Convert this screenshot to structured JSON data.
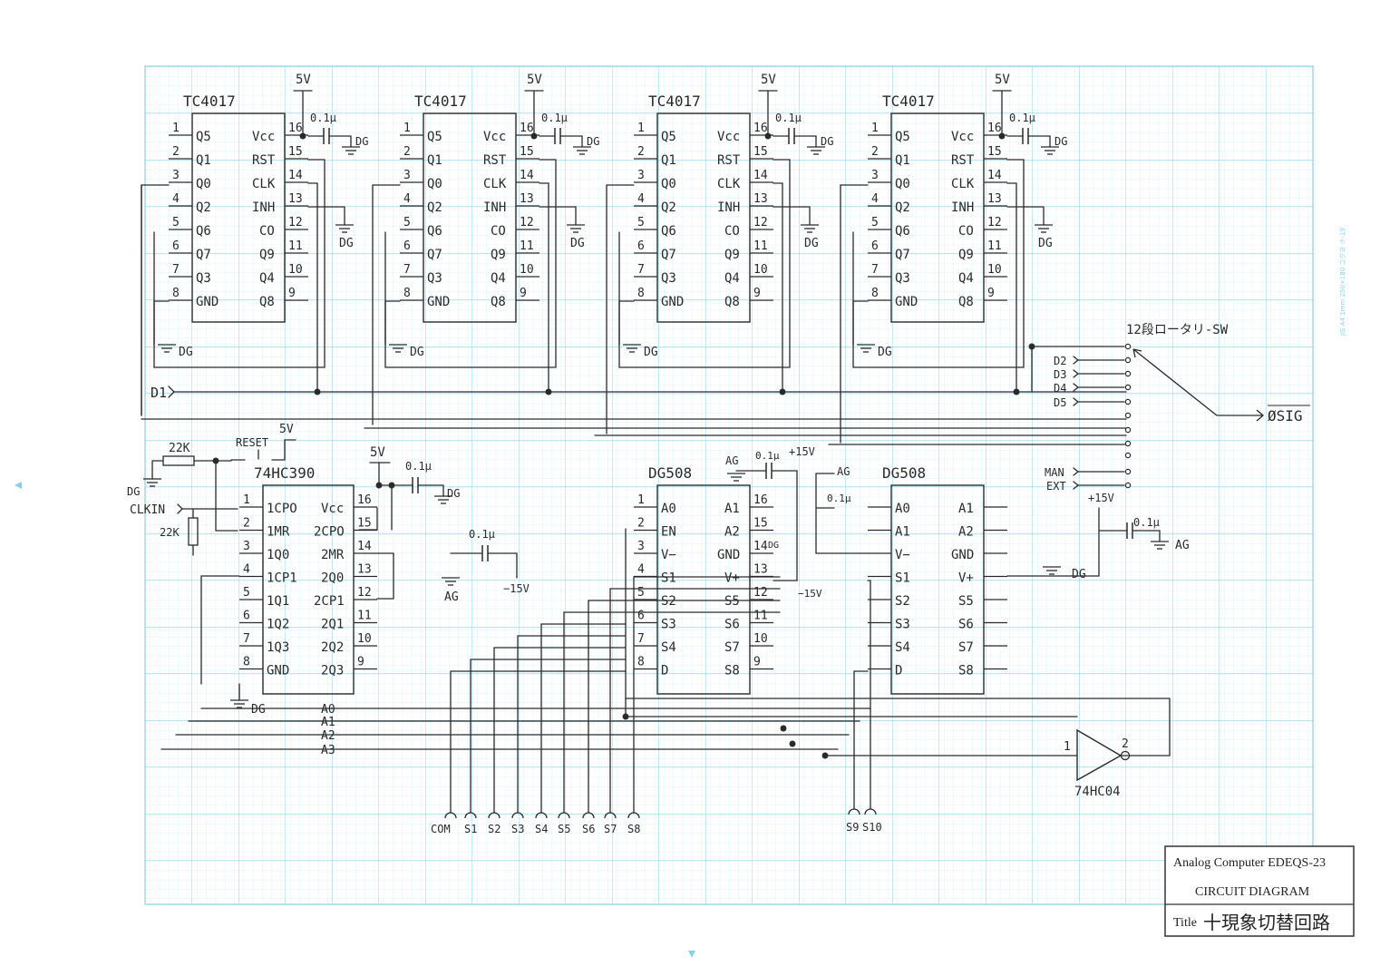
{
  "sheet": {
    "paper_spec": "JIS A4    1mm   250×180   コクヨ  ホ-19",
    "grid_color": "#7fd3ea",
    "ink_color": "#2a2a2a"
  },
  "tc4017": {
    "name": "TC4017",
    "left_pins": [
      {
        "num": "1",
        "name": "Q5"
      },
      {
        "num": "2",
        "name": "Q1"
      },
      {
        "num": "3",
        "name": "Q0"
      },
      {
        "num": "4",
        "name": "Q2"
      },
      {
        "num": "5",
        "name": "Q6"
      },
      {
        "num": "6",
        "name": "Q7"
      },
      {
        "num": "7",
        "name": "Q3"
      },
      {
        "num": "8",
        "name": "GND"
      }
    ],
    "right_pins": [
      {
        "num": "16",
        "name": "Vcc"
      },
      {
        "num": "15",
        "name": "RST"
      },
      {
        "num": "14",
        "name": "CLK"
      },
      {
        "num": "13",
        "name": "INH"
      },
      {
        "num": "12",
        "name": "CO"
      },
      {
        "num": "11",
        "name": "Q9"
      },
      {
        "num": "10",
        "name": "Q4"
      },
      {
        "num": "9",
        "name": "Q8"
      }
    ],
    "supply": "5V",
    "cap": "0.1μ",
    "ground": "DG"
  },
  "hc390": {
    "name": "74HC390",
    "left_pins": [
      {
        "num": "1",
        "name": "1CPO"
      },
      {
        "num": "2",
        "name": "1MR"
      },
      {
        "num": "3",
        "name": "1Q0"
      },
      {
        "num": "4",
        "name": "1CP1"
      },
      {
        "num": "5",
        "name": "1Q1"
      },
      {
        "num": "6",
        "name": "1Q2"
      },
      {
        "num": "7",
        "name": "1Q3"
      },
      {
        "num": "8",
        "name": "GND"
      }
    ],
    "right_pins": [
      {
        "num": "16",
        "name": "Vcc"
      },
      {
        "num": "15",
        "name": "2CPO"
      },
      {
        "num": "14",
        "name": "2MR"
      },
      {
        "num": "13",
        "name": "2Q0"
      },
      {
        "num": "12",
        "name": "2CP1"
      },
      {
        "num": "11",
        "name": "2Q1"
      },
      {
        "num": "10",
        "name": "2Q2"
      },
      {
        "num": "9",
        "name": "2Q3"
      }
    ],
    "supply": "5V",
    "cap": "0.1μ",
    "ground": "DG"
  },
  "dg508": {
    "name": "DG508",
    "left_pins_1": [
      {
        "num": "1",
        "name": "A0"
      },
      {
        "num": "2",
        "name": "EN"
      },
      {
        "num": "3",
        "name": "V−"
      },
      {
        "num": "4",
        "name": "S1"
      },
      {
        "num": "5",
        "name": "S2"
      },
      {
        "num": "6",
        "name": "S3"
      },
      {
        "num": "7",
        "name": "S4"
      },
      {
        "num": "8",
        "name": "D"
      }
    ],
    "right_pins_1": [
      {
        "num": "16",
        "name": "A1"
      },
      {
        "num": "15",
        "name": "A2"
      },
      {
        "num": "14",
        "name": "GND"
      },
      {
        "num": "13",
        "name": "V+"
      },
      {
        "num": "12",
        "name": "S5"
      },
      {
        "num": "11",
        "name": "S6"
      },
      {
        "num": "10",
        "name": "S7"
      },
      {
        "num": "9",
        "name": "S8"
      }
    ],
    "left_pins_2": [
      "A0",
      "A1",
      "V−",
      "S1",
      "S2",
      "S3",
      "S4",
      "D"
    ],
    "right_pins_2": [
      "A1",
      "A2",
      "GND",
      "V+",
      "S5",
      "S6",
      "S7",
      "S8"
    ]
  },
  "labels": {
    "v5": "5V",
    "dg": "DG",
    "ag": "AG",
    "cap": "0.1μ",
    "p15": "+15V",
    "m15": "−15V",
    "d1": "D1",
    "d2": "D2",
    "d3": "D3",
    "d4": "D4",
    "d5": "D5",
    "man": "MAN",
    "ext": "EXT",
    "rotary": "12段ロータリ-SW",
    "phi_sig": "ØSIG",
    "reset": "RESET",
    "r22k_top": "22K",
    "r22k_bot": "22K",
    "clkin": "CLKIN",
    "a0": "A0",
    "a1": "A1",
    "a2": "A2",
    "a3": "A3",
    "inv_name": "74HC04",
    "inv_in": "1",
    "inv_out": "2",
    "connectors": [
      "COM",
      "S1",
      "S2",
      "S3",
      "S4",
      "S5",
      "S6",
      "S7",
      "S8"
    ],
    "connectors2": [
      "S9",
      "S10"
    ]
  },
  "title_block": {
    "project": "Analog Computer EDEQS-23",
    "doc": "CIRCUIT DIAGRAM",
    "title_label": "Title",
    "title_text": "十現象切替回路"
  }
}
